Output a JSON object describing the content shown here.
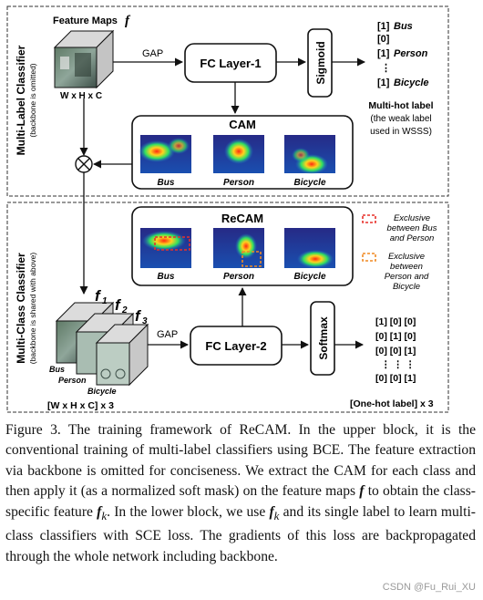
{
  "upper_block": {
    "side_label": "Multi-Label Classifier",
    "side_sublabel": "(backbone is omitted)",
    "feature_maps_label": "Feature Maps",
    "feature_symbol": "f",
    "dims": "W x H x C",
    "gap": "GAP",
    "fc": "FC Layer-1",
    "sigmoid": "Sigmoid",
    "labels": [
      {
        "idx": "[1]",
        "name": "Bus"
      },
      {
        "idx": "[0]",
        "name": ""
      },
      {
        "idx": "[1]",
        "name": "Person"
      },
      {
        "idx": "⋮",
        "name": ""
      },
      {
        "idx": "[1]",
        "name": "Bicycle"
      }
    ],
    "label_title": "Multi-hot label",
    "label_note_1": "(the weak label",
    "label_note_2": "used in WSSS)",
    "cam_title": "CAM",
    "cam_items": [
      "Bus",
      "Person",
      "Bicycle"
    ]
  },
  "lower_block": {
    "side_label": "Multi-Class Classifier",
    "side_sublabel": "(backbone is shared with above)",
    "recam_title": "ReCAM",
    "recam_items": [
      "Bus",
      "Person",
      "Bicycle"
    ],
    "f_symbols": [
      "f",
      "f",
      "f"
    ],
    "f_subscripts": [
      "1",
      "2",
      "3"
    ],
    "stack_labels": [
      "Bus",
      "Person",
      "Bicycle"
    ],
    "dims": "[W x H x C] x 3",
    "gap": "GAP",
    "fc": "FC Layer-2",
    "softmax": "Softmax",
    "onehot_rows": [
      "[1] [0] [0]",
      "[0] [1] [0]",
      "[0] [0] [1]"
    ],
    "onehot_title": "[One-hot label] x 3",
    "legend": [
      {
        "line1": "Exclusive",
        "line2": "between Bus",
        "line3": "and Person",
        "color": "#e8302a"
      },
      {
        "line1": "Exclusive",
        "line2": "between",
        "line3": "Person and",
        "line4": "Bicycle",
        "color": "#f08a24"
      }
    ]
  },
  "caption": {
    "lead": "Figure 3. The training framework of ReCAM. In the upper block, it is the conventional training of multi-label classifiers using BCE. The feature extraction via backbone is omitted for conciseness. We extract the CAM for each class and then apply it (as a normalized soft mask) on the feature maps ",
    "sym1": "f",
    "mid1": " to obtain the class-specific feature ",
    "sym2": "f",
    "sub2": "k",
    "mid2": ". In the lower block, we use ",
    "sym3": "f",
    "sub3": "k",
    "tail": " and its single label to learn multi-class classifiers with SCE loss. The gradients of this loss are backpropagated through the whole network including backbone."
  },
  "watermark": "CSDN @Fu_Rui_XU",
  "colors": {
    "heat_red": "#e8302a",
    "heat_orange": "#f08a24",
    "arrow": "#111111"
  }
}
